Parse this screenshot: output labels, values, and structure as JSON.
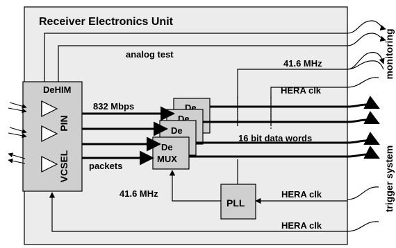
{
  "unit": {
    "title": "Receiver Electronics Unit"
  },
  "dehim": {
    "label": "DeHIM",
    "pin_label": "PIN",
    "vcsel_label": "VCSEL"
  },
  "demux": {
    "stack_labels": [
      "De",
      "De",
      "De"
    ],
    "front_label_top": "De",
    "front_label_bottom": "MUX"
  },
  "pll": {
    "label": "PLL"
  },
  "labels": {
    "analog_test": "analog test",
    "freq_top": "41.6 MHz",
    "hera_clk_top": "HERA clk",
    "data_rate": "832 Mbps",
    "data_words": "16 bit data words",
    "packets": "packets",
    "freq_bottom": "41.6 MHz",
    "hera_clk_pll": "HERA clk",
    "hera_clk_bottom": "HERA clk"
  },
  "outputs": {
    "monitoring": "monitoring",
    "trigger": "trigger system"
  },
  "colors": {
    "unit_fill": "#ececec",
    "module_fill": "#cfcfcf",
    "wire": "#000000"
  }
}
